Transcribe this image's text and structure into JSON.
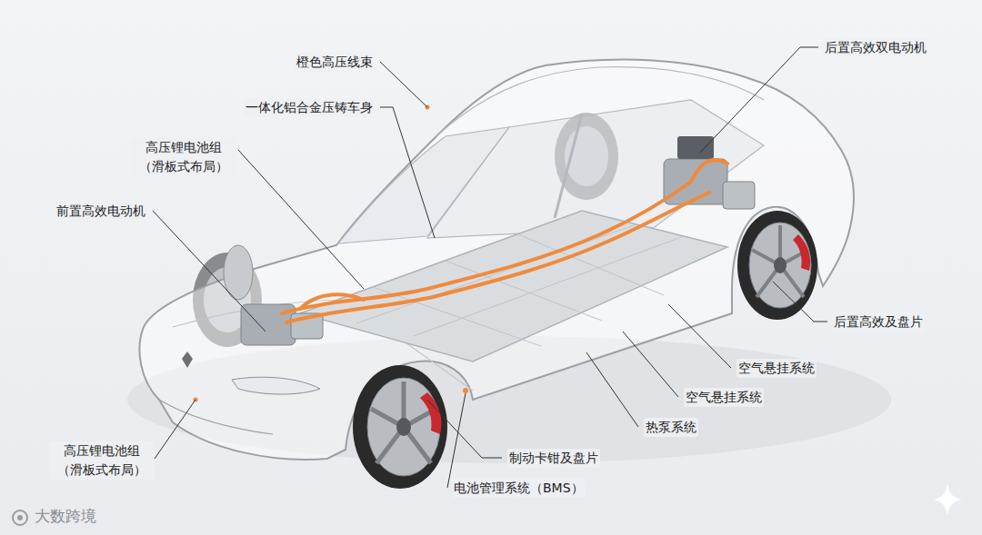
{
  "diagram": {
    "labels": [
      "橙色高压线束",
      "后置高效双电动机",
      "一体化铝合金压铸车身",
      "高压锂电池组 （滑板式布局）",
      "前置高效电动机",
      "后置高效及盘片",
      "空气悬挂系统",
      "空气悬挂系统",
      "热泵系统",
      "高压锂电池组 （滑板式布局）",
      "制动卡钳及盘片",
      "电池管理系统（BMS）",
      "大数跨境"
    ]
  }
}
